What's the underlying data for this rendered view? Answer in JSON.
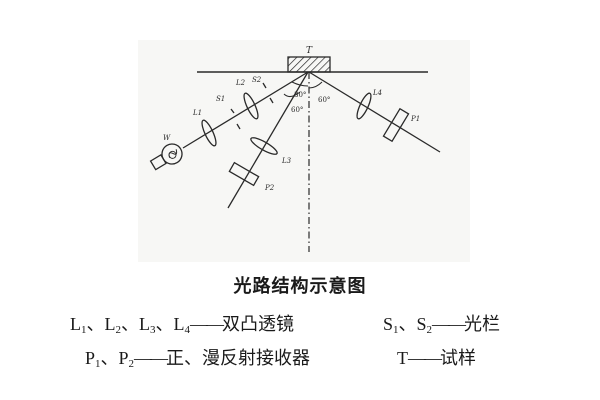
{
  "diagram": {
    "labels": {
      "sample": "T",
      "lamp": "W",
      "lens1": "L1",
      "lens2": "L2",
      "lens3": "L3",
      "lens4": "L4",
      "stop1": "S1",
      "stop2": "S2",
      "receiver1": "P1",
      "receiver2": "P2",
      "angle_30": "30°",
      "angle_60_left": "60°",
      "angle_60_right": "60°"
    },
    "colors": {
      "line": "#2a2a2a",
      "background": "#f7f7f5"
    }
  },
  "caption": "光路结构示意图",
  "legend": {
    "row1": {
      "lenses_key": [
        "L",
        "1",
        "、",
        "L",
        "2",
        "、",
        "L",
        "3",
        "、",
        "L",
        "4"
      ],
      "lenses_desc": "双凸透镜",
      "stops_key": [
        "S",
        "1",
        "、",
        "S",
        "2"
      ],
      "stops_desc": "光栏"
    },
    "row2": {
      "receivers_key": [
        "P",
        "1",
        "、",
        "P",
        "2"
      ],
      "receivers_desc": "正、漫反射接收器",
      "sample_key": "T",
      "sample_desc": "试样"
    },
    "dash": "——"
  }
}
